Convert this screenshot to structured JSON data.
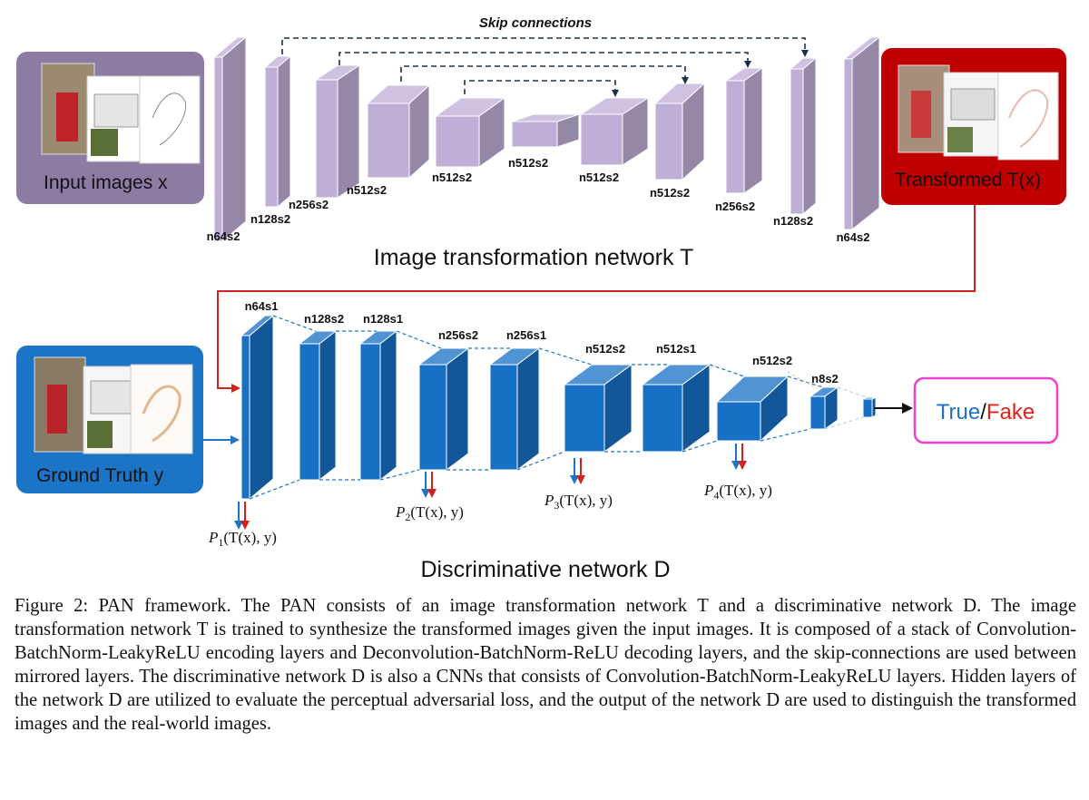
{
  "transform_network": {
    "title": "Image transformation network T",
    "skip_label": "Skip connections",
    "input_label": "Input images x",
    "output_label": "Transformed T(x)",
    "layers": [
      "n64s2",
      "n128s2",
      "n256s2",
      "n512s2",
      "n512s2",
      "n512s2",
      "n512s2",
      "n512s2",
      "n256s2",
      "n128s2",
      "n64s2"
    ],
    "colors": {
      "layer": "#bfaed6",
      "input_box": "#8c7ba3",
      "output_box": "#c00000"
    }
  },
  "discriminative_network": {
    "title": "Discriminative network D",
    "ground_truth_label": "Ground Truth y",
    "output_true": "True",
    "output_sep": "/",
    "output_fake": "Fake",
    "layers": [
      "n64s1",
      "n128s2",
      "n128s1",
      "n256s2",
      "n256s1",
      "n512s2",
      "n512s1",
      "n512s2",
      "n8s2"
    ],
    "losses": [
      "P1(T(x), y)",
      "P2(T(x), y)",
      "P3(T(x), y)",
      "P4(T(x), y)"
    ],
    "colors": {
      "layer": "#1770c4",
      "box": "#1b74c5",
      "true": "#1f6fc5",
      "fake": "#e0201b",
      "output_border": "#ef3fd0"
    }
  },
  "caption": "Figure 2: PAN framework. The PAN consists of an image transformation network T and a discriminative network D. The image transformation network T is trained to synthesize the transformed images given the input images. It is composed of a stack of Convolution-BatchNorm-LeakyReLU encoding layers and Deconvolution-BatchNorm-ReLU decoding layers, and the skip-connections are used between mirrored layers. The discriminative network D is also a CNNs that consists of Convolution-BatchNorm-LeakyReLU layers. Hidden layers of the network D are utilized to evaluate the perceptual adversarial loss, and the output of the network D are used to distinguish the transformed images and the real-world images."
}
